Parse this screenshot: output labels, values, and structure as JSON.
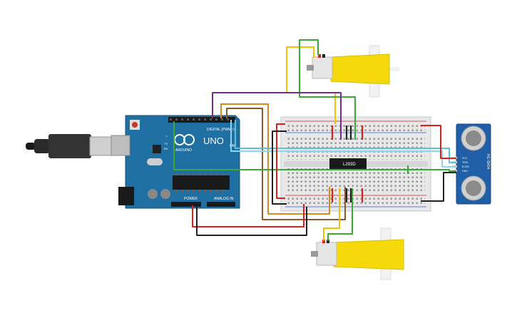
{
  "arduino": {
    "brand": "ARDUINO",
    "model": "UNO",
    "digital_header": "DIGITAL (PWM~)",
    "power_header": "POWER",
    "analog_header": "ANALOG IN",
    "on_label": "ON",
    "tx_label": "TX",
    "rx_label": "RX",
    "l_label": "L"
  },
  "driver": {
    "label": "L293D"
  },
  "sensor": {
    "model": "HC-SR04",
    "pins": [
      "VCC",
      "TRIG",
      "ECHO",
      "GND"
    ]
  },
  "colors": {
    "board": "#1f6fa3",
    "motor": "#f5d90a",
    "breadboard": "#e8e8e8",
    "wire_red": "#e01e1e",
    "wire_black": "#222222",
    "wire_green": "#3aaa35",
    "wire_orange": "#d98a1e",
    "wire_brown": "#8b5a2b",
    "wire_purple": "#7a2a90",
    "wire_cyan": "#5bc0de",
    "wire_yellow": "#f2c200"
  }
}
